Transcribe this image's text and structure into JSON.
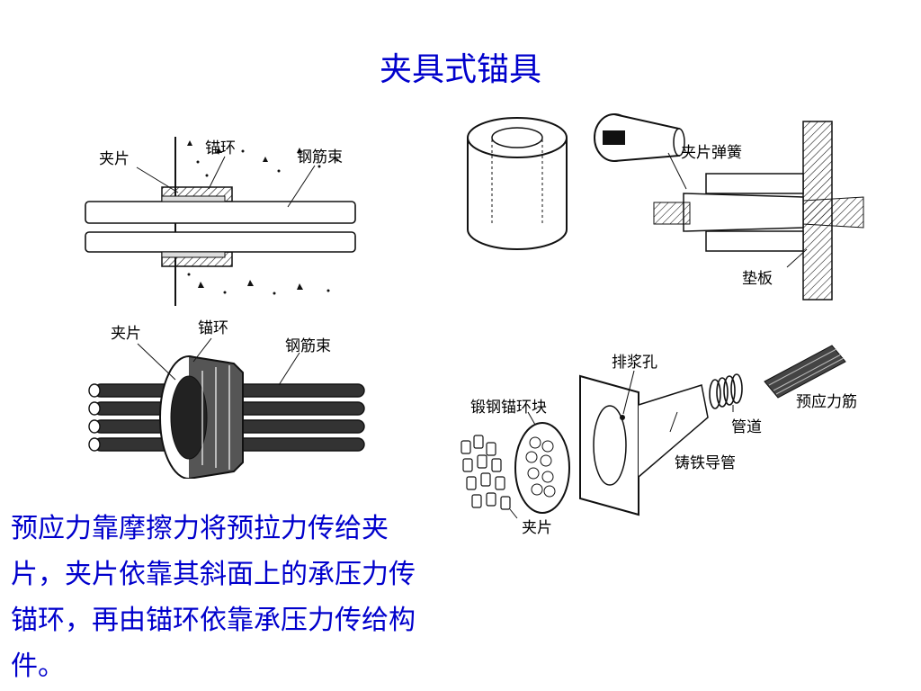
{
  "page": {
    "title": "夹具式锚具",
    "caption": "预应力靠摩擦力将预拉力传给夹片，夹片依靠其斜面上的承压力传锚环，再由锚环依靠承压力传给构件。"
  },
  "figures": {
    "section_view": {
      "labels": {
        "clip": "夹片",
        "anchor_ring": "锚环",
        "bundle": "钢筋束"
      }
    },
    "assembly_view": {
      "labels": {
        "clip": "夹片",
        "anchor_ring": "锚环",
        "bundle": "钢筋束"
      }
    },
    "cone_anchor": {
      "labels": {
        "spring": "夹片弹簧",
        "plate": "垫板"
      }
    },
    "forged_anchor": {
      "labels": {
        "grout_hole": "排浆孔",
        "block": "锻钢锚环块",
        "tendon": "预应力筋",
        "duct": "管道",
        "guide": "铸铁导管",
        "clip": "夹片"
      }
    }
  },
  "colors": {
    "title": "#0000cc",
    "caption": "#0000cc",
    "line": "#111111"
  }
}
